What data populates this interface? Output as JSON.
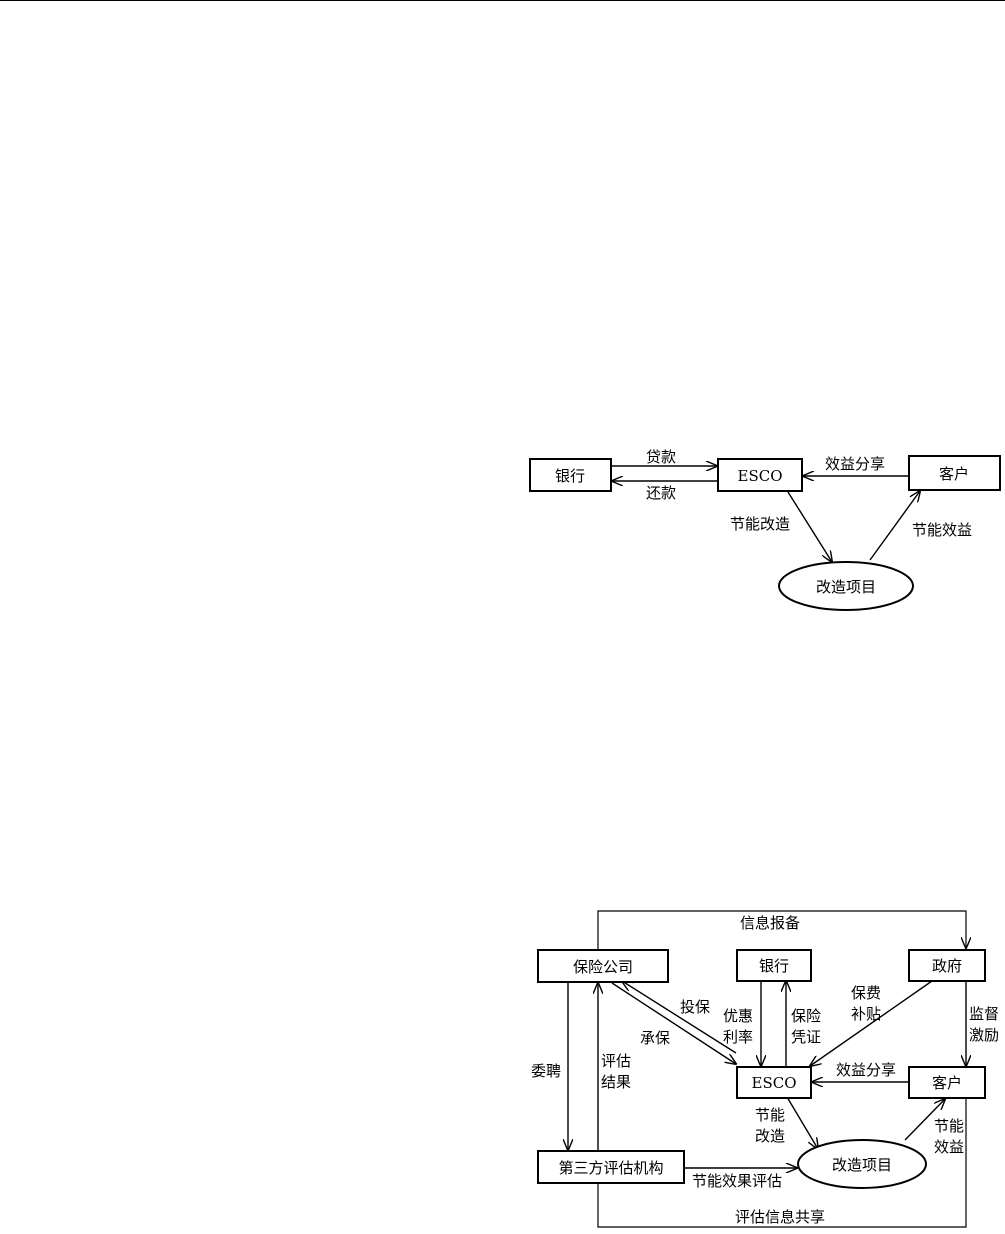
{
  "diagram1": {
    "nodes": {
      "bank": "银行",
      "esco": "ESCO",
      "customer": "客户",
      "project": "改造项目"
    },
    "edges": {
      "loan": "贷款",
      "repay": "还款",
      "benefit_share": "效益分享",
      "retrofit": "节能改造",
      "energy_benefit": "节能效益"
    }
  },
  "diagram2": {
    "nodes": {
      "insurer": "保险公司",
      "bank": "银行",
      "government": "政府",
      "esco": "ESCO",
      "customer": "客户",
      "third_party": "第三方评估机构",
      "project": "改造项目"
    },
    "edges": {
      "info_report": "信息报备",
      "insure": "投保",
      "underwrite": "承保",
      "preferential_1": "优惠",
      "preferential_2": "利率",
      "guarantee_1": "保险",
      "guarantee_2": "凭证",
      "subsidy_1": "保费",
      "subsidy_2": "补贴",
      "supervise_1": "监督",
      "supervise_2": "激励",
      "appoint": "委聘",
      "eval_result_1": "评估",
      "eval_result_2": "结果",
      "benefit_share": "效益分享",
      "retrofit_1": "节能",
      "retrofit_2": "改造",
      "energy_benefit_1": "节能",
      "energy_benefit_2": "效益",
      "effect_eval": "节能效果评估",
      "info_share": "评估信息共享"
    }
  }
}
